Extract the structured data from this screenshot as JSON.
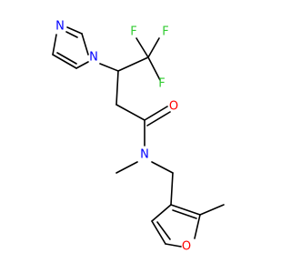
{
  "molecule": {
    "colors": {
      "bond": "#000000",
      "carbon_label": "#000000",
      "nitrogen": "#0000ff",
      "oxygen": "#ff0000",
      "fluorine": "#33cc33"
    },
    "atoms": {
      "F1": {
        "label": "F",
        "element": "fluorine"
      },
      "F2": {
        "label": "F",
        "element": "fluorine"
      },
      "F3": {
        "label": "F",
        "element": "fluorine"
      },
      "N_imidazole_1": {
        "label": "N",
        "element": "nitrogen"
      },
      "N_imidazole_3": {
        "label": "N",
        "element": "nitrogen"
      },
      "O_carbonyl": {
        "label": "O",
        "element": "oxygen"
      },
      "N_amide": {
        "label": "N",
        "element": "nitrogen"
      },
      "O_furan": {
        "label": "O",
        "element": "oxygen"
      }
    }
  }
}
